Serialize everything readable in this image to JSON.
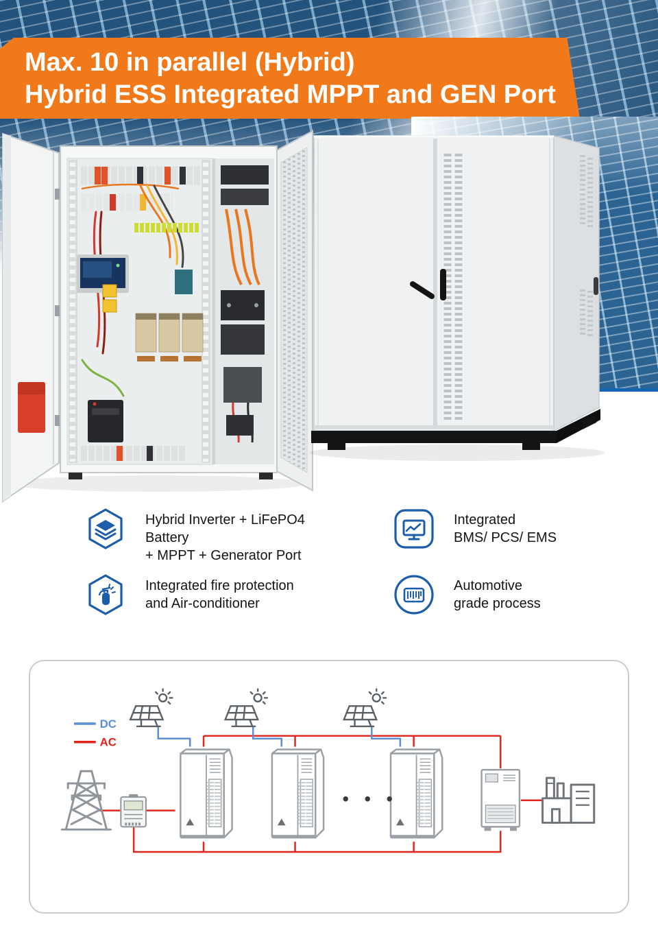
{
  "header": {
    "title_line1": "Max. 10 in parallel (Hybrid)",
    "title_line2": "Hybrid ESS Integrated MPPT and GEN Port"
  },
  "features": [
    {
      "icon": "layers-icon",
      "lines": [
        "Hybrid Inverter + LiFePO4 Battery",
        "+ MPPT + Generator Port"
      ]
    },
    {
      "icon": "monitor-chart-icon",
      "lines": [
        "Integrated",
        "BMS/ PCS/ EMS"
      ]
    },
    {
      "icon": "fire-extinguisher-icon",
      "lines": [
        "Integrated fire protection",
        "and Air-conditioner"
      ]
    },
    {
      "icon": "barcode-icon",
      "lines": [
        "Automotive",
        "grade process"
      ]
    }
  ],
  "diagram": {
    "legend": [
      {
        "label": "DC",
        "color": "#5b8fd6"
      },
      {
        "label": "AC",
        "color": "#e1251b"
      }
    ],
    "ellipsis": "• • •",
    "nodes": [
      "utility-grid-tower",
      "energy-meter",
      "pv-array-1",
      "pv-array-2",
      "pv-array-3",
      "hybrid-ess-cabinet-1",
      "hybrid-ess-cabinet-2",
      "hybrid-ess-cabinet-n",
      "pcs-cabinet",
      "factory-load"
    ]
  },
  "colors": {
    "banner_orange": "#f2791a",
    "accent_blue": "#1b5cab",
    "dc_line": "#5b8fd6",
    "ac_line": "#e1251b",
    "photo_blue_line": "#1464b4"
  }
}
